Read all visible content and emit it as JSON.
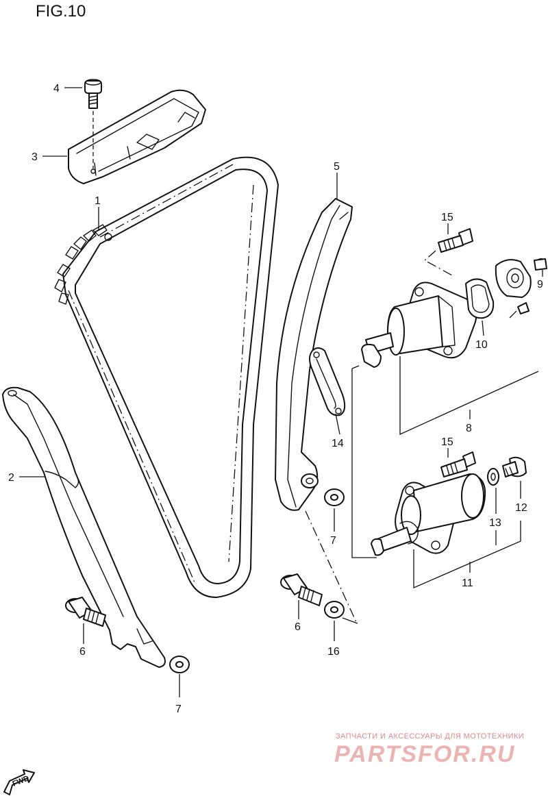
{
  "figure": {
    "title": "FIG.10"
  },
  "callouts": {
    "c1": "1",
    "c2": "2",
    "c3": "3",
    "c4": "4",
    "c5": "5",
    "c6a": "6",
    "c6b": "6",
    "c7a": "7",
    "c7b": "7",
    "c8": "8",
    "c9": "9",
    "c10": "10",
    "c11": "11",
    "c12": "12",
    "c13": "13",
    "c14": "14",
    "c15a": "15",
    "c15b": "15",
    "c16": "16"
  },
  "watermark": {
    "tagline": "ЗАПЧАСТИ И АКСЕССУАРЫ ДЛЯ МОТОТЕХНИКИ",
    "brand": "PARTSFOR.RU"
  },
  "fwd_label": "FWD",
  "colors": {
    "line": "#111111",
    "watermark": "#e8a8a8",
    "background": "#ffffff"
  }
}
